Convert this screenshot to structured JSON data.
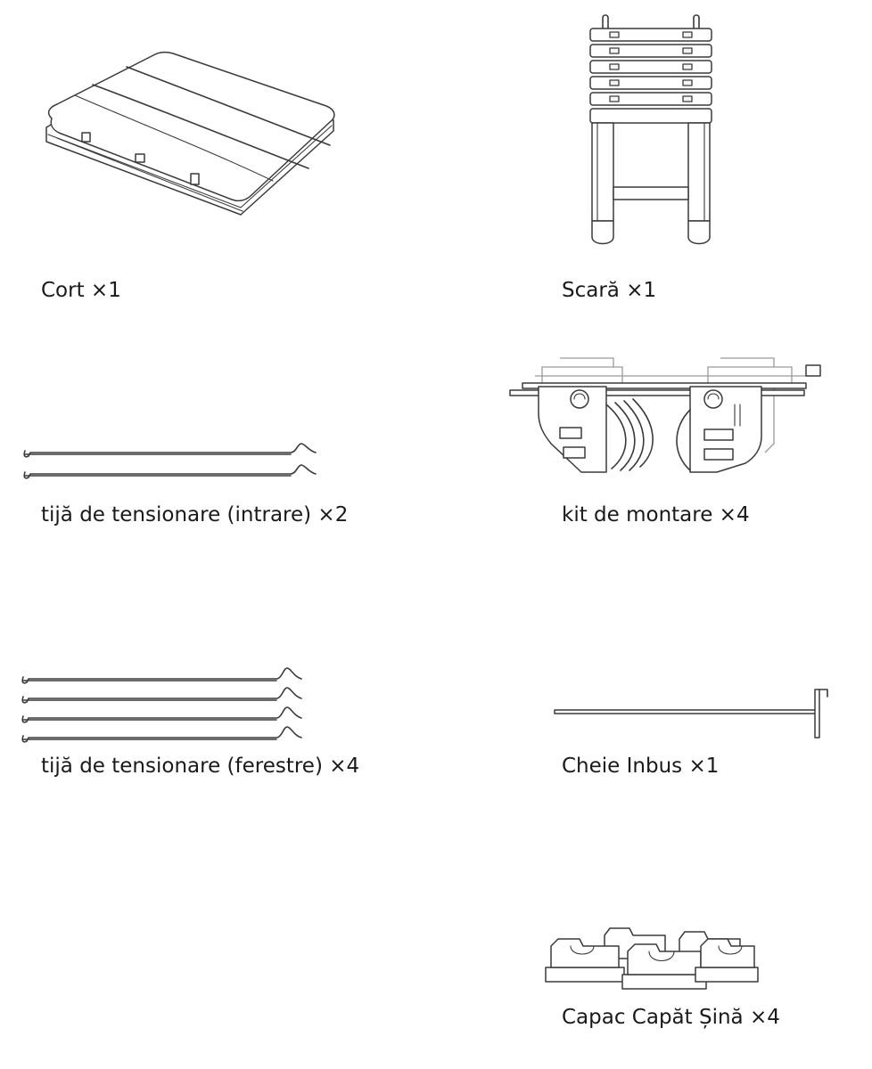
{
  "items": [
    {
      "label": "Cort ×1",
      "icon": "tent-case-icon"
    },
    {
      "label": "Scară ×1",
      "icon": "ladder-icon"
    },
    {
      "label": "tijă de tensionare (intrare) ×2",
      "icon": "tension-rods-entrance-icon"
    },
    {
      "label": "kit de montare ×4",
      "icon": "mounting-kit-icon"
    },
    {
      "label": "tijă de tensionare (ferestre) ×4",
      "icon": "tension-rods-window-icon"
    },
    {
      "label": "Cheie Inbus ×1",
      "icon": "allen-key-icon"
    },
    {
      "label": "Capac Capăt Șină ×4",
      "icon": "rail-end-cap-icon"
    }
  ]
}
